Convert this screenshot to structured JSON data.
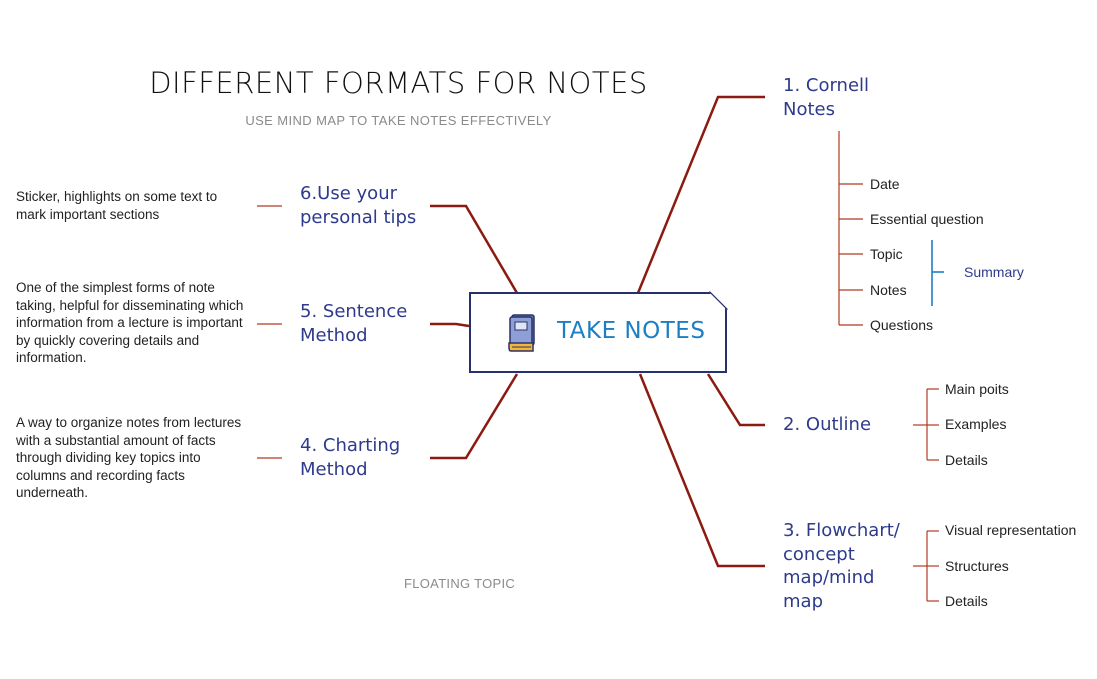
{
  "title": "DIFFERENT FORMATS FOR NOTES",
  "subtitle": "USE MIND MAP TO TAKE NOTES EFFECTIVELY",
  "central_topic": "TAKE NOTES",
  "floating_topic": "FLOATING TOPIC",
  "colors": {
    "branch_line": "#8b1a10",
    "sub_line": "#b03a20",
    "summary_line": "#1b7fc4",
    "central_border": "#27306f",
    "branch_text": "#2e3a8c"
  },
  "branches": {
    "cornell": {
      "label": "1. Cornell Notes",
      "items": [
        "Date",
        "Essential question",
        "Topic",
        "Notes",
        "Questions"
      ],
      "summary": "Summary"
    },
    "outline": {
      "label": "2. Outline",
      "items": [
        "Main poits",
        "Examples",
        "Details"
      ]
    },
    "flowchart": {
      "label": "3. Flowchart/ concept map/mind map",
      "items": [
        "Visual representation",
        "Structures",
        "Details"
      ]
    },
    "charting": {
      "label": "4. Charting Method",
      "note": "A way to organize notes from lectures with a substantial amount of facts through dividing key topics into columns and recording facts underneath."
    },
    "sentence": {
      "label": "5. Sentence Method",
      "note": "One of the simplest forms of note taking, helpful for disseminating which information from a lecture is important by quickly covering details and information."
    },
    "tips": {
      "label": "6.Use your personal tips",
      "note": "Sticker, highlights on some text to mark important sections"
    }
  }
}
